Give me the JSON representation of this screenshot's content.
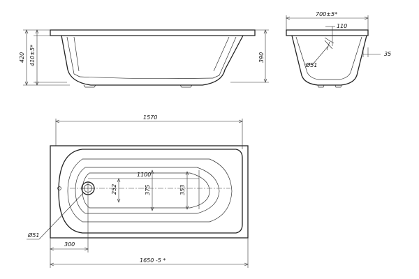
{
  "dimensions": {
    "side_height_total": "420",
    "side_height_inner": "410±5*",
    "side_height_right": "390",
    "end_width": "700±5*",
    "end_overflow_offset": "110",
    "end_wall": "35",
    "end_drain": "Ø51",
    "plan_inner_length": "1570",
    "plan_bottom_length": "1100",
    "plan_drain_dim": "252",
    "plan_bottom_width_left": "375",
    "plan_bottom_width_right": "353",
    "plan_drain_diameter": "Ø51",
    "plan_drain_offset": "300",
    "plan_total_length": "1650 -5 *"
  },
  "icons": {
    "drain": "drain-icon",
    "overflow": "overflow-icon"
  }
}
